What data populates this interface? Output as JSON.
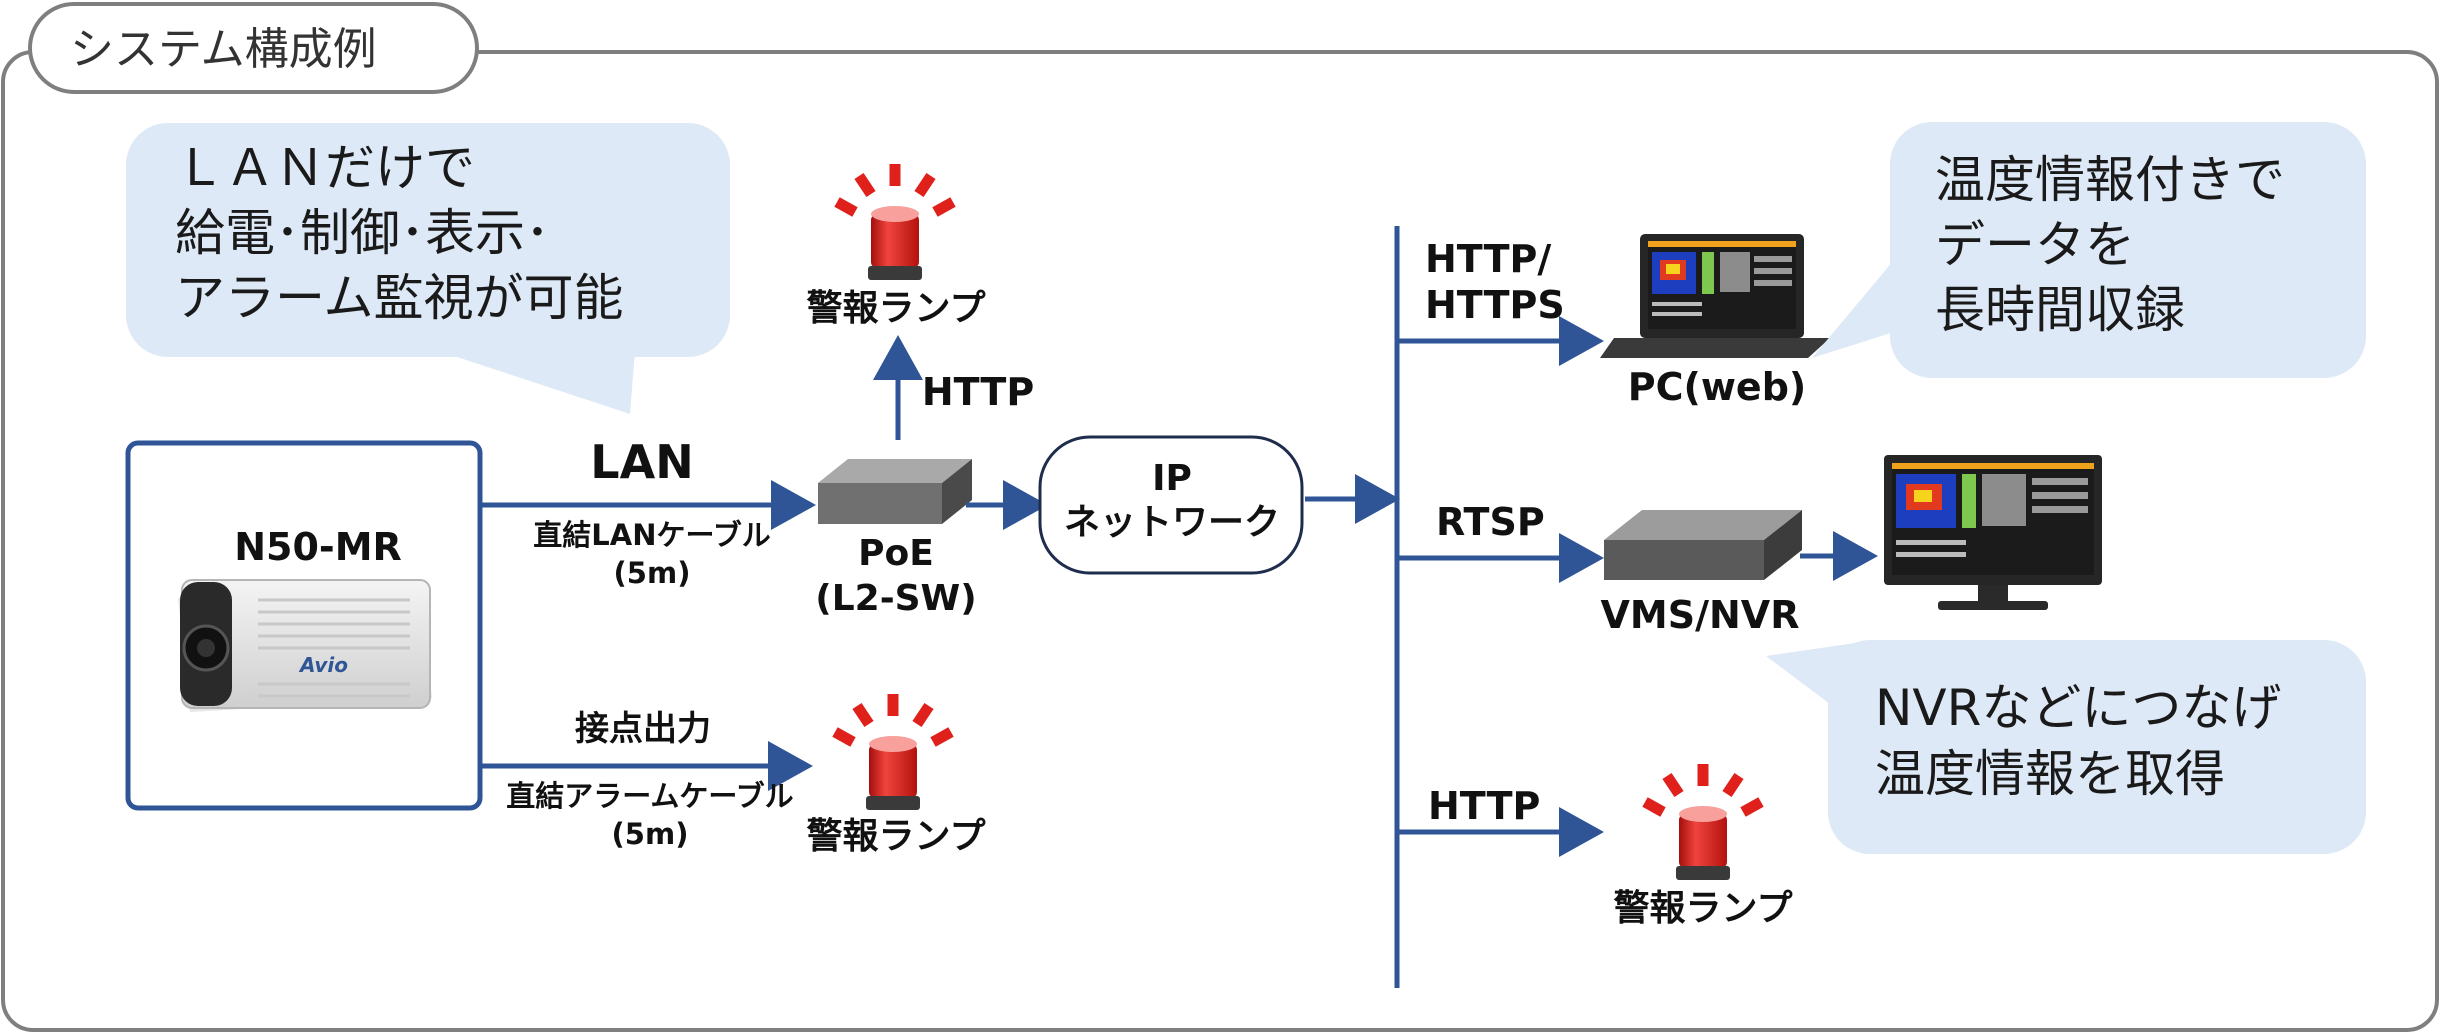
{
  "title": "システム構成例",
  "colors": {
    "line": "#2f5597",
    "callout_bg": "#dde9f6",
    "lamp_red": "#e0201b",
    "frame": "#7f7f7f"
  },
  "camera": {
    "name": "N50-MR",
    "brand": "Avio"
  },
  "connections": {
    "lan_title": "LAN",
    "lan_cable": "直結LANケーブル",
    "lan_length": "(5m)",
    "contact_title": "接点出力",
    "alarm_cable": "直結アラームケーブル",
    "alarm_length": "(5m)",
    "http_up": "HTTP",
    "http_https_1": "HTTP/",
    "http_https_2": "HTTPS",
    "rtsp": "RTSP",
    "http_bottom": "HTTP"
  },
  "devices": {
    "poe_1": "PoE",
    "poe_2": "(L2-SW)",
    "ip_net_1": "IP",
    "ip_net_2": "ネットワーク",
    "pc": "PC(web)",
    "vms": "VMS/NVR",
    "lamp_top": "警報ランプ",
    "lamp_bottom": "警報ランプ",
    "lamp_right": "警報ランプ"
  },
  "callouts": {
    "left": [
      "ＬＡＮだけで",
      "給電･制御･表示･",
      "アラーム監視が可能"
    ],
    "top_right": [
      "温度情報付きで",
      "データを",
      "長時間収録"
    ],
    "bottom_right": [
      "NVRなどにつなげ",
      "温度情報を取得"
    ]
  }
}
